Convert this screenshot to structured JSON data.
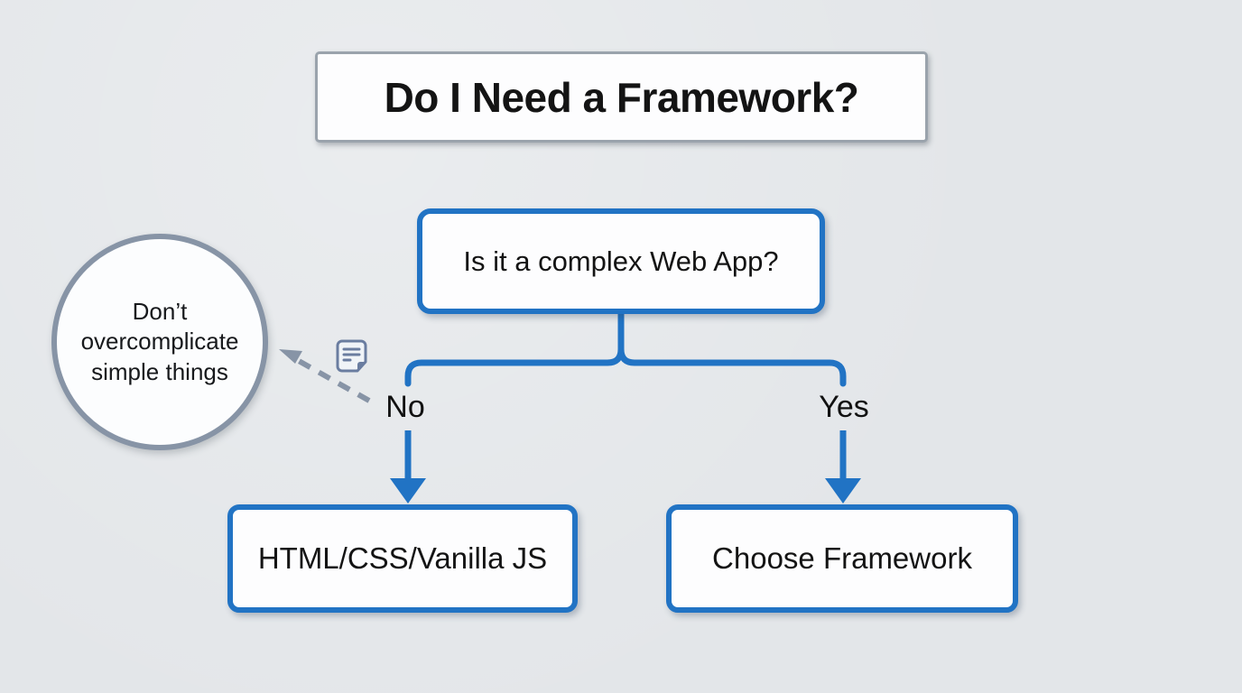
{
  "title": "Do I Need a Framework?",
  "flow": {
    "decision": "Is it a complex Web App?",
    "branches": [
      {
        "label": "No",
        "result": "HTML/CSS/Vanilla JS"
      },
      {
        "label": "Yes",
        "result": "Choose Framework"
      }
    ]
  },
  "annotation": {
    "lines": [
      "Don’t",
      "overcomplicate",
      "simple things"
    ],
    "icon": "note-icon"
  },
  "colors": {
    "background": "#e3e6e9",
    "flow_blue": "#2173c4",
    "annotation_gray": "#8794a6",
    "title_border": "#9aa3ac",
    "box_fill": "#fdfdfe",
    "text": "#141414"
  }
}
